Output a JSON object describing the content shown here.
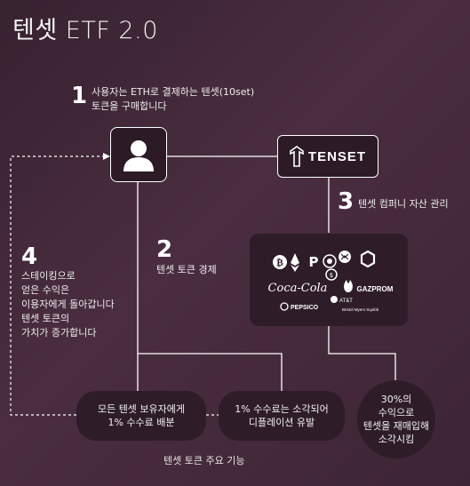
{
  "title": "텐셋 ETF 2.0",
  "steps": [
    {
      "num": "1",
      "text": "사용자는 ETH로 결제하는 텐셋(10set)\n토큰을 구매합니다"
    },
    {
      "num": "2",
      "text": "텐셋 토큰 경제"
    },
    {
      "num": "3",
      "text": "텐셋 컴퍼니 자산 관리"
    },
    {
      "num": "4",
      "text": "스테이킹으로\n얻은 수익은\n이용자에게 돌아갑니다\n텐셋 토큰의\n가치가 증가합니다"
    }
  ],
  "brand": "TENSET",
  "portfolio_logos": {
    "cocacola": "Coca-Cola",
    "gazprom": "GAZPROM",
    "att": "AT&T",
    "pepsico": "PEPSICO",
    "bms": "Bristol Myers Squibb"
  },
  "distribution": "모든 텐셋 보유자에게\n1% 수수료 배분",
  "burn": "1% 수수료는 소각되어\n디플레이션 유발",
  "buyback": "30%의\n수익으로\n텐셋을 재매입해\n소각시킴",
  "caption": "텐셋 토큰 주요 기능"
}
